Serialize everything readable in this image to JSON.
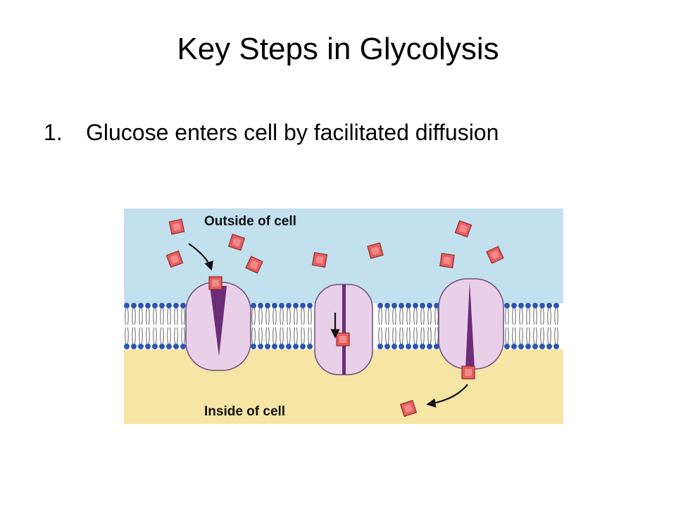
{
  "slide": {
    "title": "Key Steps in Glycolysis",
    "bullet": {
      "number": "1.",
      "text": "Glucose enters cell by facilitated diffusion"
    }
  },
  "diagram": {
    "outside_label": "Outside of cell",
    "inside_label": "Inside of cell",
    "colors": {
      "outside": "#c2e0ee",
      "inside": "#f6e5a4",
      "transporter": "#e8d0e8",
      "channel": "#6b2c78",
      "glucose": "#ea5d5d",
      "lipid_head": "#2b56b0"
    },
    "icons": [
      "glucose-molecule",
      "membrane-lipid",
      "transport-protein",
      "curved-arrow"
    ]
  }
}
